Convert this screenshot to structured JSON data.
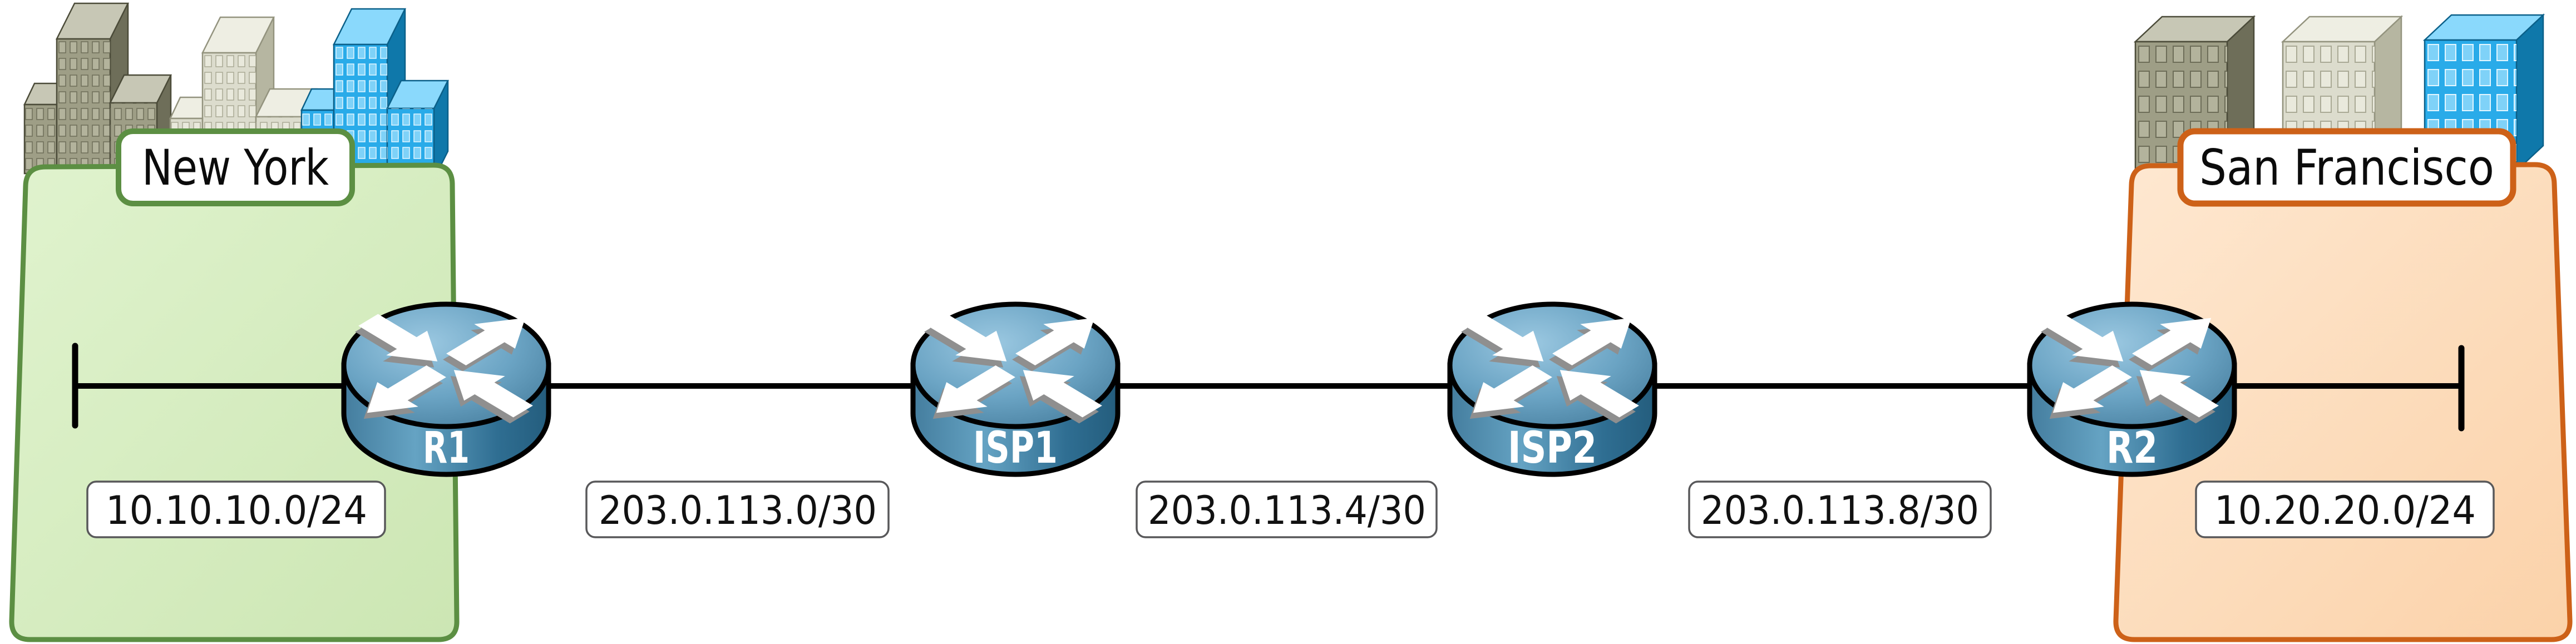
{
  "sites": [
    {
      "city": "New York",
      "router": "R1",
      "lan_subnet": "10.10.10.0/24",
      "accent_color": "#5c8f43",
      "fill_color": "#d8edc2"
    },
    {
      "city": "San Francisco",
      "router": "R2",
      "lan_subnet": "10.20.20.0/24",
      "accent_color": "#cd6118",
      "fill_color": "#fcdcba"
    }
  ],
  "isp_routers": [
    {
      "name": "ISP1"
    },
    {
      "name": "ISP2"
    }
  ],
  "wan_links": [
    {
      "subnet": "203.0.113.0/30",
      "from": "R1",
      "to": "ISP1"
    },
    {
      "subnet": "203.0.113.4/30",
      "from": "ISP1",
      "to": "ISP2"
    },
    {
      "subnet": "203.0.113.8/30",
      "from": "ISP2",
      "to": "R2"
    }
  ],
  "colors": {
    "link_line": "#000000",
    "router_blue": "#4d89ac",
    "label_border": "#58585a",
    "label_fill": "#ffffff"
  }
}
